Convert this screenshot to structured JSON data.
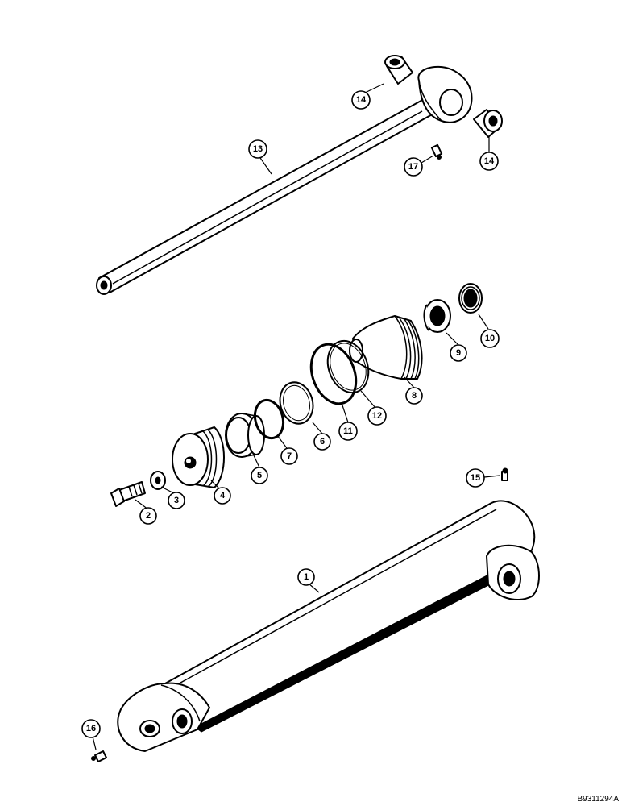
{
  "callouts": [
    "1",
    "2",
    "3",
    "4",
    "5",
    "6",
    "7",
    "8",
    "9",
    "10",
    "11",
    "12",
    "13",
    "14",
    "14",
    "15",
    "16",
    "17"
  ],
  "figure_ref": "B9311294A"
}
